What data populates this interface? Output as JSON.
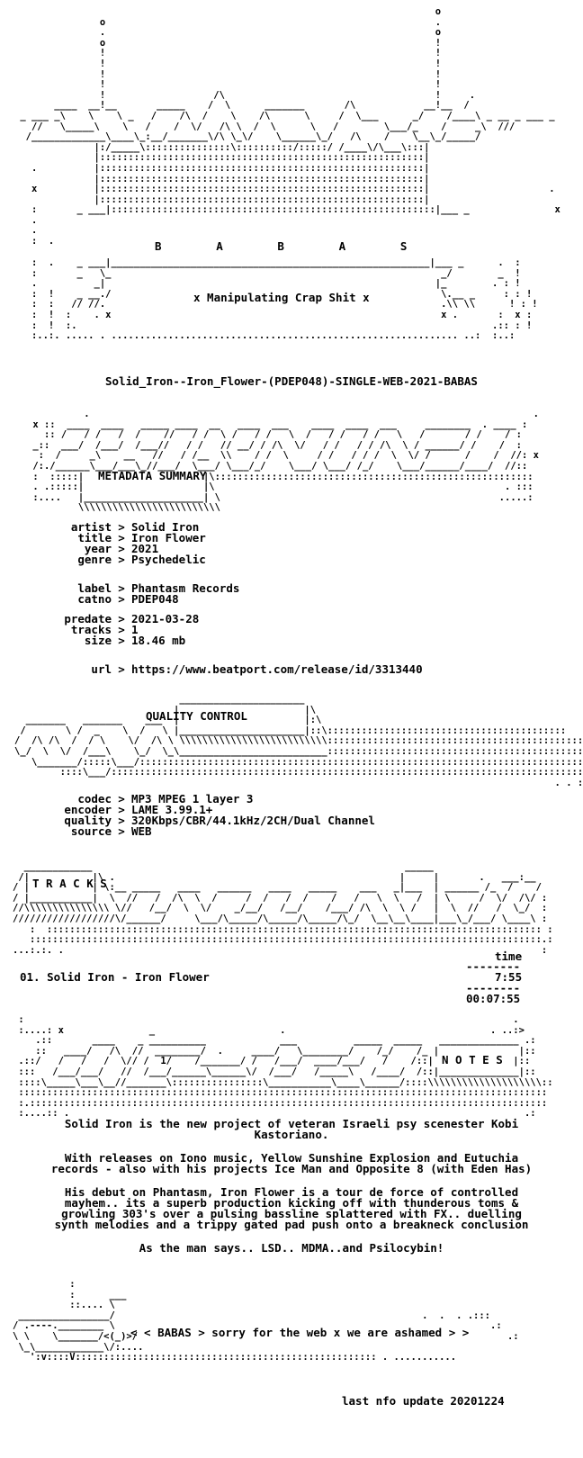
{
  "header_art": {
    "logo_letters": "B       A       B       A       S",
    "tagline": "x Manipulating Crap Shit x"
  },
  "release_name": "Solid_Iron--Iron_Flower-(PDEP048)-SINGLE-WEB-2021-BABAS",
  "sections": {
    "metadata": "METADATA SUMMARY",
    "quality": "QUALITY CONTROL",
    "tracks": "T R A C K S",
    "notes": "N O T E S"
  },
  "metadata": {
    "group1": [
      {
        "key": "artist",
        "value": "Solid Iron"
      },
      {
        "key": "title",
        "value": "Iron Flower"
      },
      {
        "key": "year",
        "value": "2021"
      },
      {
        "key": "genre",
        "value": "Psychedelic"
      }
    ],
    "group2": [
      {
        "key": "label",
        "value": "Phantasm Records"
      },
      {
        "key": "catno",
        "value": "PDEP048"
      }
    ],
    "group3": [
      {
        "key": "predate",
        "value": "2021-03-28"
      },
      {
        "key": "tracks",
        "value": "1"
      },
      {
        "key": "size",
        "value": "18.46 mb"
      }
    ],
    "group4": [
      {
        "key": "url",
        "value": "https://www.beatport.com/release/id/3313440"
      }
    ]
  },
  "quality": [
    {
      "key": "codec",
      "value": "MP3 MPEG 1 layer 3"
    },
    {
      "key": "encoder",
      "value": "LAME 3.99.1+"
    },
    {
      "key": "quality",
      "value": "320Kbps/CBR/44.1kHz/2CH/Dual Channel"
    },
    {
      "key": "source",
      "value": "WEB"
    }
  ],
  "tracklist": {
    "time_header": "time",
    "rule": "--------",
    "items": [
      {
        "label": "01. Solid Iron - Iron Flower",
        "time": "7:55"
      }
    ],
    "total": "00:07:55"
  },
  "notes": [
    "Solid Iron is the new project of veteran Israeli psy scenester Kobi Kastoriano.",
    "With releases on Iono music, Yellow Sunshine Explosion and Eutuchia records  - also with his projects Ice Man and Opposite 8 (with Eden Has)",
    "His debut on Phantasm, Iron Flower is a tour de force of controlled mayhem.. its a superb production kicking off with thunderous toms & growling 303's over a pulsing bassline splattered with FX.. duelling synth melodies and a trippy gated pad push onto a breakneck conclusion",
    "As the man says.. LSD.. MDMA..and Psilocybin!"
  ],
  "footer": {
    "message": "< < BABAS > sorry for the web x we are ashamed > >",
    "update": "last nfo update 20201224"
  }
}
